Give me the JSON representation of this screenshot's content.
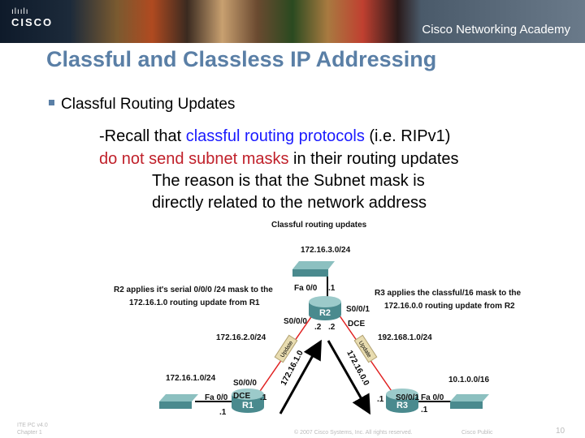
{
  "header": {
    "logo_text": "CISCO",
    "academy": "Cisco Networking Academy"
  },
  "title": "Classful and Classless IP Addressing",
  "bullet": "Classful Routing Updates",
  "body": {
    "line1_a": "-Recall that ",
    "line1_b": "classful routing protocols",
    "line1_c": " (i.e. RIPv1)",
    "line2_a": "do not send subnet masks",
    "line2_b": " in their routing updates",
    "line3": "The reason is that the Subnet mask is",
    "line4": "directly related to the network address"
  },
  "diagram": {
    "title": "Classful routing updates",
    "net_top": "172.16.3.0/24",
    "net_left": "172.16.1.0/24",
    "net_right": "10.1.0.0/16",
    "link_left": "172.16.2.0/24",
    "link_right": "192.168.1.0/24",
    "r1": "R1",
    "r2": "R2",
    "r3": "R3",
    "r2_fa": "Fa 0/0",
    "r2_fa_ip": ".1",
    "r2_s001": "S0/0/1",
    "r2_dce": "DCE",
    "r2_s000": "S0/0/0",
    "r2_ip_l": ".2",
    "r2_ip_r": ".2",
    "r1_s000": "S0/0/0",
    "r1_dce": "DCE",
    "r1_s_ip": ".1",
    "r1_fa": "Fa 0/0",
    "r1_fa_ip": ".1",
    "r3_s001": "S0/0/1",
    "r3_s_ip": ".1",
    "r3_fa": "Fa 0/0",
    "r3_fa_ip": ".1",
    "update": "Update",
    "arrow_left": "172.16.1.0",
    "arrow_right": "172.16.0.0",
    "note_left_1": "R2 applies it's serial 0/0/0 /24 mask to the",
    "note_left_2": "172.16.1.0 routing update from R1",
    "note_right_1": "R3 applies the classful/16 mask to the",
    "note_right_2": "172.16.0.0 routing update from R2"
  },
  "footer": {
    "course": "ITE PC v4.0",
    "chapter": "Chapter 1",
    "copyright": "© 2007 Cisco Systems, Inc. All rights reserved.",
    "class": "Cisco Public",
    "page": "10"
  },
  "colors": {
    "title": "#5a7fa6",
    "highlight_blue": "#1a1aff",
    "highlight_red": "#c0202a",
    "router": "#5a9498"
  }
}
